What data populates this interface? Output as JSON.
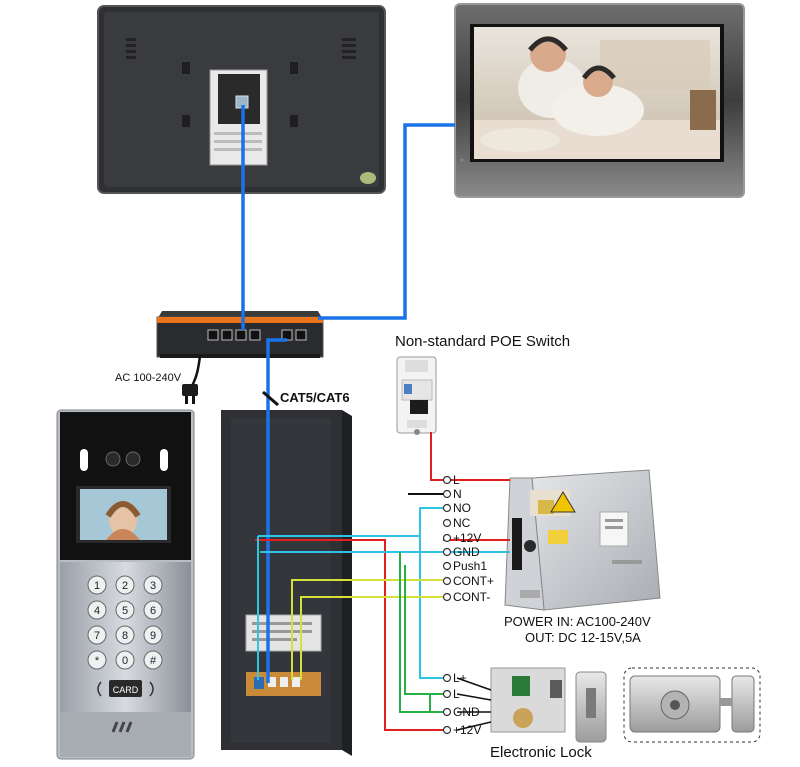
{
  "labels": {
    "poe_switch": "Non-standard POE Switch",
    "ac_input": "AC 100-240V",
    "cable": "CAT5/CAT6",
    "power_in": "POWER  IN: AC100-240V",
    "power_out": "OUT: DC 12-15V,5A",
    "lock_title": "Electronic Lock",
    "card_label": "CARD"
  },
  "terminals": [
    "L",
    "N",
    "NO",
    "NC",
    "+12V",
    "GND",
    "Push1",
    "CONT+",
    "CONT-"
  ],
  "lock_terminals": [
    "L+",
    "L-",
    "GND",
    "+12V"
  ],
  "keypad": [
    "1",
    "2",
    "3",
    "4",
    "5",
    "6",
    "7",
    "8",
    "9",
    "*",
    "0",
    "#"
  ],
  "colors": {
    "network_cable": "#1a73e8",
    "live_wire": "#e02020",
    "neutral_wire": "#111111",
    "cyan_wire": "#2ec4e6",
    "green_wire": "#27b045",
    "yellow_wire": "#d6e03a",
    "switch_accent": "#e8731a"
  }
}
